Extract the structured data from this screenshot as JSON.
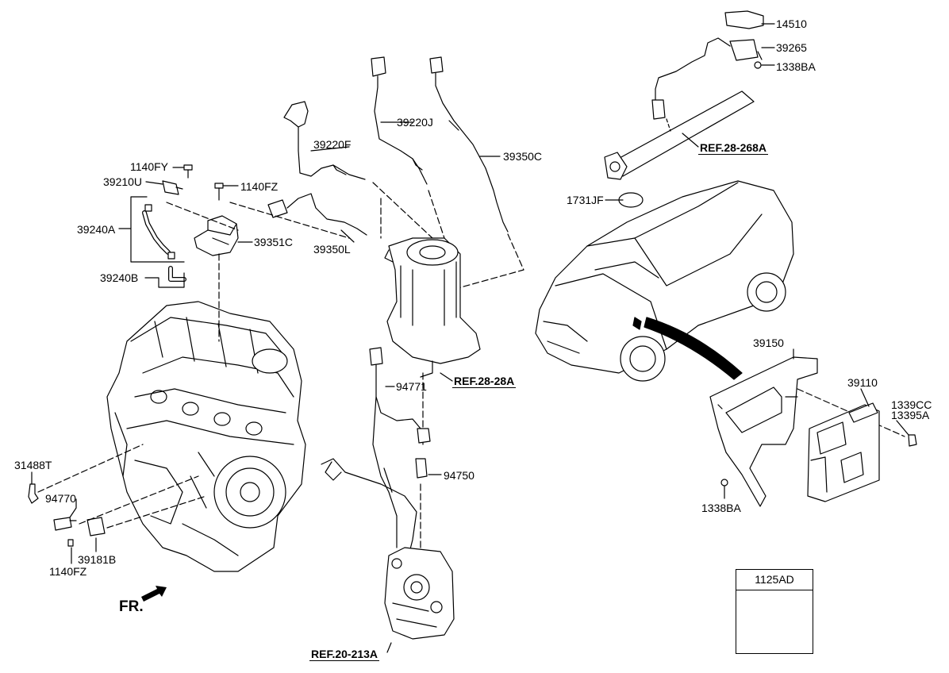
{
  "labels": {
    "p14510": "14510",
    "p39265": "39265",
    "p1338BA_top": "1338BA",
    "p39220J": "39220J",
    "p39220F": "39220F",
    "p39350C": "39350C",
    "p1140FY": "1140FY",
    "p39210U": "39210U",
    "p1140FZ_top": "1140FZ",
    "p39240A": "39240A",
    "p39351C": "39351C",
    "p39350L": "39350L",
    "p39240B": "39240B",
    "p1731JF": "1731JF",
    "p94771": "94771",
    "p39150": "39150",
    "p39110": "39110",
    "p1339CC": "1339CC",
    "p13395A": "13395A",
    "p31488T": "31488T",
    "p94770": "94770",
    "p94750": "94750",
    "p1338BA_bottom": "1338BA",
    "p39181B": "39181B",
    "p1140FZ_bottom": "1140FZ",
    "p1125AD": "1125AD"
  },
  "refs": {
    "ref_28_268A": "REF.28-268A",
    "ref_28_28A": "REF.28-28A",
    "ref_20_213A": "REF.20-213A"
  },
  "fr_label": "FR."
}
